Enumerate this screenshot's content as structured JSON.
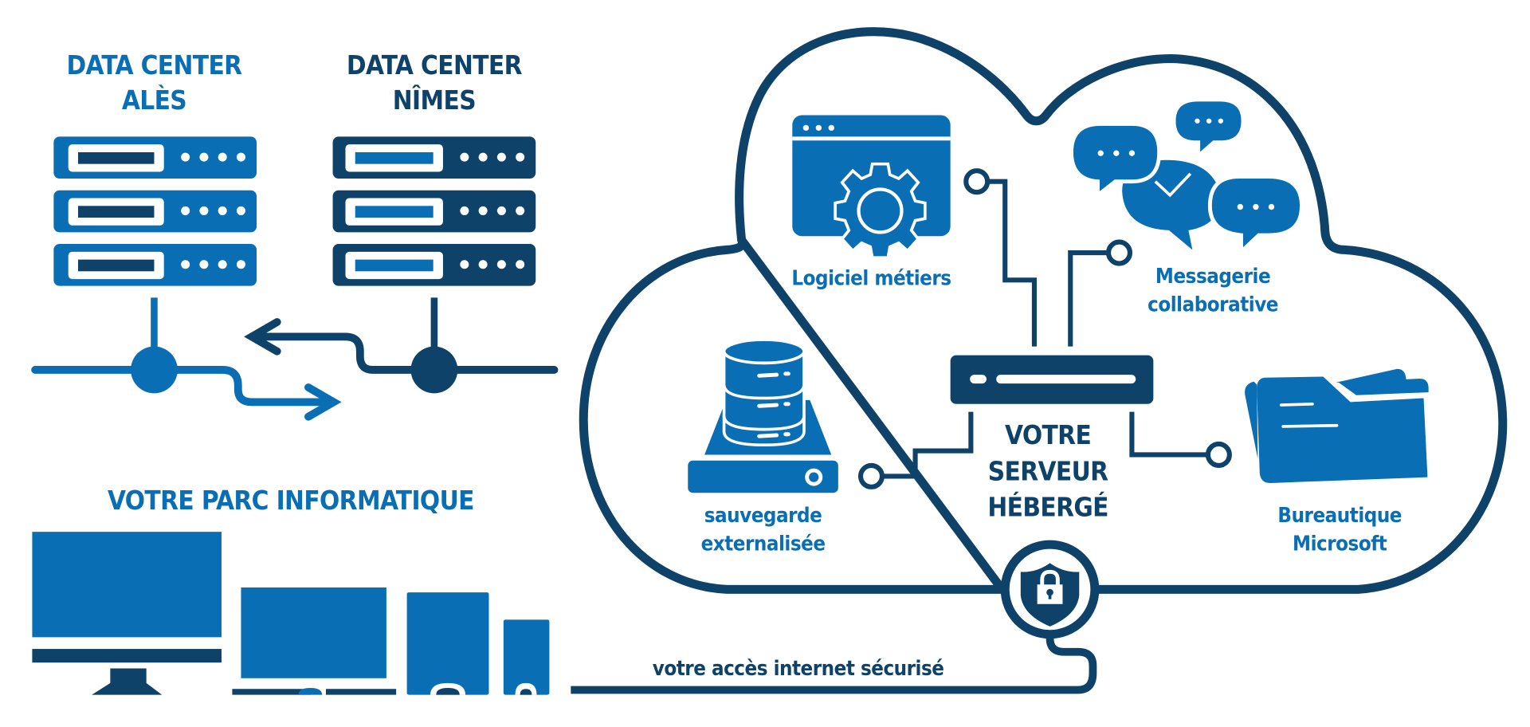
{
  "colors": {
    "blue": "#0a6eb4",
    "navy": "#0f4268",
    "background": "#ffffff"
  },
  "data_centers": [
    {
      "line1": "DATA CENTER",
      "line2": "ALÈS",
      "color": "blue",
      "icon": "server-rack-icon"
    },
    {
      "line1": "DATA CENTER",
      "line2": "NÎMES",
      "color": "navy",
      "icon": "server-rack-icon"
    }
  ],
  "sync_arrows": {
    "to_ales": "arrow-left-icon",
    "to_nimes": "arrow-right-icon"
  },
  "parc": {
    "title": "VOTRE PARC INFORMATIQUE",
    "devices": [
      "desktop-monitor-icon",
      "laptop-icon",
      "tablet-icon",
      "smartphone-icon"
    ]
  },
  "cloud": {
    "server": {
      "line1": "VOTRE",
      "line2": "SERVEUR",
      "line3": "HÉBERGÉ",
      "icon": "router-icon"
    },
    "services": [
      {
        "line1": "Logiciel métiers",
        "line2": "",
        "icon": "app-window-gear-icon"
      },
      {
        "line1": "Messagerie",
        "line2": "collaborative",
        "icon": "chat-bubbles-icon"
      },
      {
        "line1": "sauvegarde",
        "line2": "externalisée",
        "icon": "database-backup-icon"
      },
      {
        "line1": "Bureautique",
        "line2": "Microsoft",
        "icon": "folder-icon"
      }
    ],
    "security_icon": "shield-lock-icon"
  },
  "connection": {
    "label": "votre accès internet sécurisé"
  }
}
